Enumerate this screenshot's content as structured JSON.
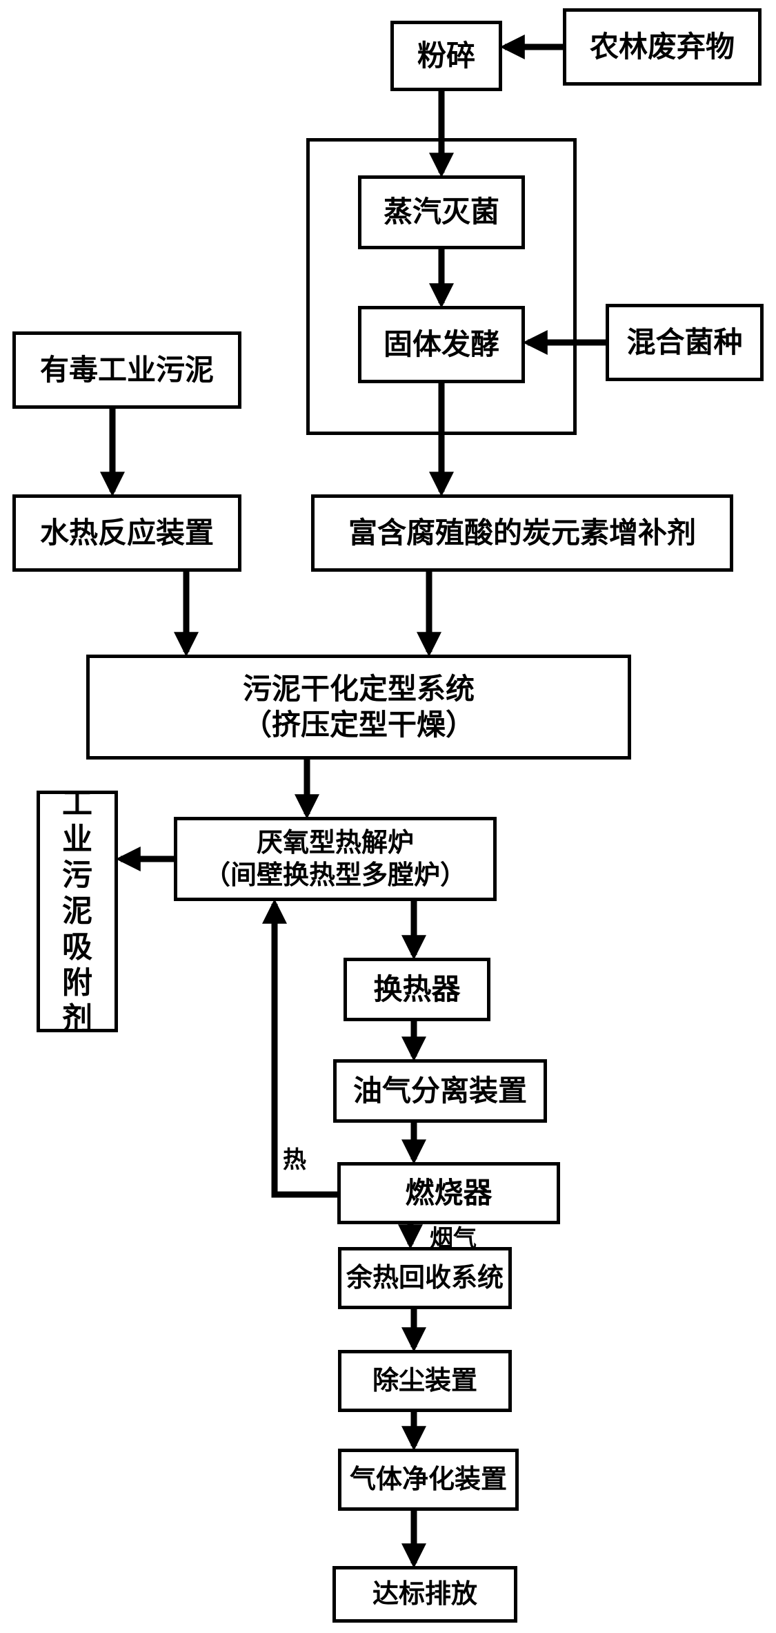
{
  "nodes": {
    "agri_waste": "农林废弃物",
    "crush": "粉碎",
    "steam_sterilize": "蒸汽灭菌",
    "solid_ferment": "固体发酵",
    "mixed_strains": "混合菌种",
    "toxic_sludge": "有毒工业污泥",
    "hydrothermal": "水热反应装置",
    "carbon_supplement": "富含腐殖酸的炭元素增补剂",
    "drying_system": {
      "line1": "污泥干化定型系统",
      "line2": "（挤压定型干燥）"
    },
    "pyrolysis": {
      "line1": "厌氧型热解炉",
      "line2": "（间壁换热型多膛炉）"
    },
    "adsorbent": [
      "工",
      "业",
      "污",
      "泥",
      "吸",
      "附",
      "剂"
    ],
    "heat_exchanger": "换热器",
    "oil_gas_sep": "油气分离装置",
    "burner": "燃烧器",
    "waste_heat": "余热回收系统",
    "dust_removal": "除尘装置",
    "gas_purify": "气体净化装置",
    "discharge": "达标排放"
  },
  "edge_labels": {
    "heat": "热",
    "flue_gas": "烟气"
  }
}
